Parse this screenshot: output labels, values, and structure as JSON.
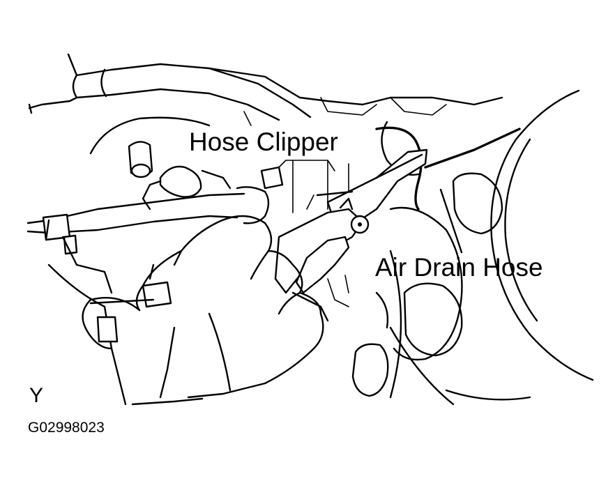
{
  "labels": {
    "hose_clipper": "Hose Clipper",
    "air_drain_hose": "Air Drain Hose",
    "orientation_mark": "Y",
    "figure_code": "G02998023"
  },
  "colors": {
    "line": "#000000",
    "background": "#ffffff"
  }
}
